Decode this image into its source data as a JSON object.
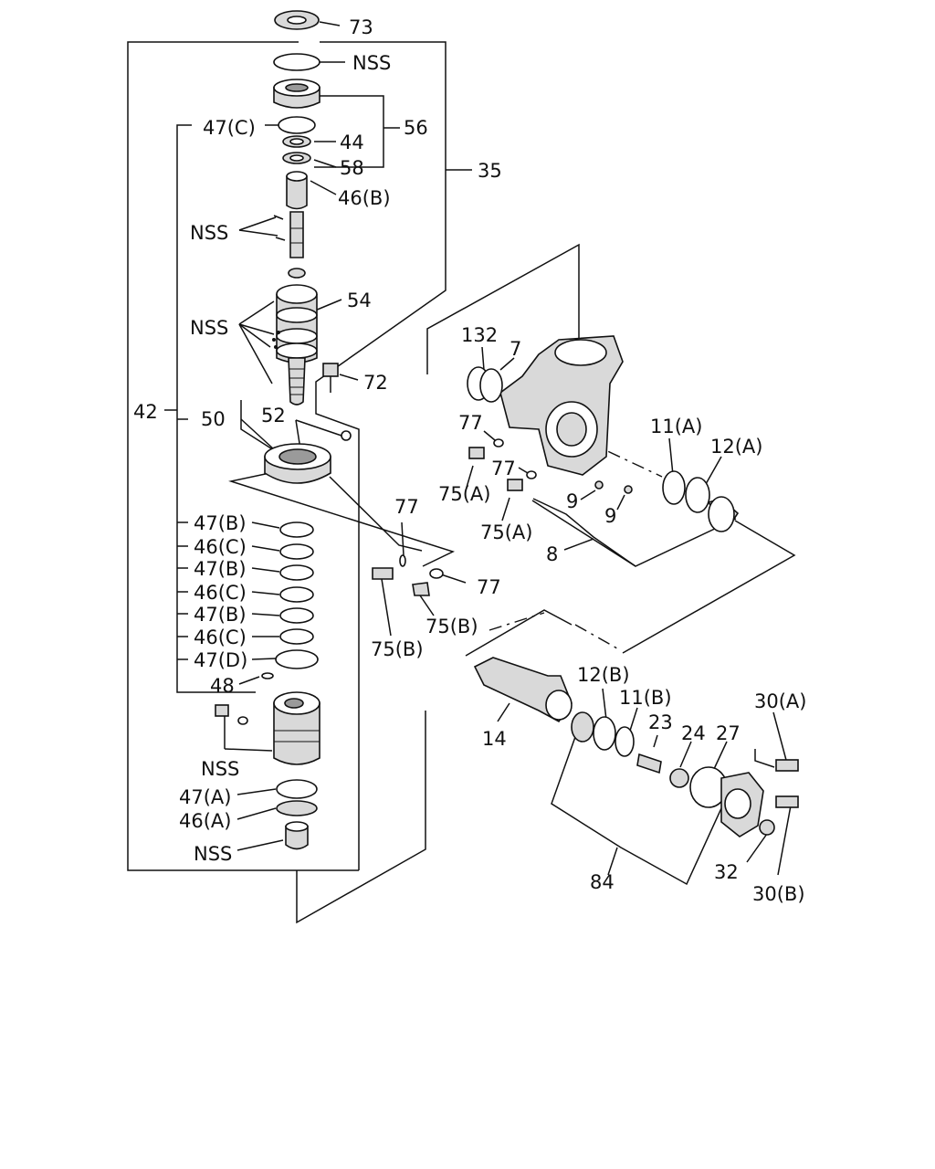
{
  "labels": {
    "p73": "73",
    "nss_top": "NSS",
    "p56": "56",
    "p47c": "47(C)",
    "p44": "44",
    "p58": "58",
    "p35": "35",
    "p46b_top": "46(B)",
    "nss_pins": "NSS",
    "p54": "54",
    "nss_valve": "NSS",
    "p72": "72",
    "p42": "42",
    "p50": "50",
    "p52": "52",
    "p47b_1": "47(B)",
    "p46c_1": "46(C)",
    "p47b_2": "47(B)",
    "p46c_2": "46(C)",
    "p47b_3": "47(B)",
    "p46c_3": "46(C)",
    "p47d": "47(D)",
    "p48": "48",
    "nss_bottom": "NSS",
    "p47a": "47(A)",
    "p46a": "46(A)",
    "nss_end": "NSS",
    "p77_mid_top": "77",
    "p77_mid_bot": "77",
    "p75b_1": "75(B)",
    "p75b_2": "75(B)",
    "p132": "132",
    "p7": "7",
    "p77_r1": "77",
    "p77_r2": "77",
    "p75a_1": "75(A)",
    "p75a_2": "75(A)",
    "p9_1": "9",
    "p9_2": "9",
    "p8": "8",
    "p11a": "11(A)",
    "p12a": "12(A)",
    "p14": "14",
    "p12b": "12(B)",
    "p11b": "11(B)",
    "p23": "23",
    "p24": "24",
    "p27": "27",
    "p30a": "30(A)",
    "p30b": "30(B)",
    "p32": "32",
    "p84": "84"
  }
}
